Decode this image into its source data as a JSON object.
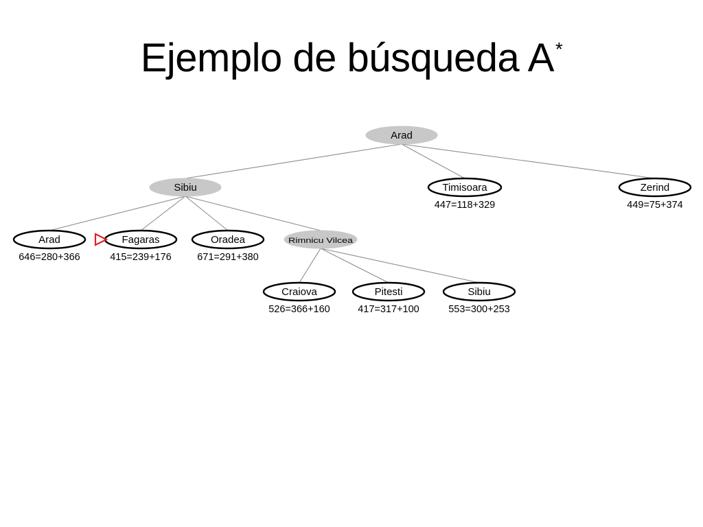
{
  "slide": {
    "title": "Ejemplo de búsqueda A",
    "title_superscript": "*"
  },
  "colors": {
    "expanded_fill": "#c8c8c8",
    "frontier_fill": "#ffffff",
    "edge": "#8c8c8c",
    "outline": "#000000",
    "marker": "#e02020"
  },
  "tree": {
    "nodes": [
      {
        "id": "arad_root",
        "label": "Arad",
        "expanded": true,
        "cost": ""
      },
      {
        "id": "sibiu",
        "label": "Sibiu",
        "expanded": true,
        "cost": ""
      },
      {
        "id": "timisoara",
        "label": "Timisoara",
        "expanded": false,
        "cost": "447=118+329"
      },
      {
        "id": "zerind",
        "label": "Zerind",
        "expanded": false,
        "cost": "449=75+374"
      },
      {
        "id": "arad_leaf",
        "label": "Arad",
        "expanded": false,
        "cost": "646=280+366"
      },
      {
        "id": "fagaras",
        "label": "Fagaras",
        "expanded": false,
        "cost": "415=239+176",
        "marked": true
      },
      {
        "id": "oradea",
        "label": "Oradea",
        "expanded": false,
        "cost": "671=291+380"
      },
      {
        "id": "rimnicu",
        "label": "Rimnicu Vilcea",
        "expanded": true,
        "cost": "",
        "small": true
      },
      {
        "id": "craiova",
        "label": "Craiova",
        "expanded": false,
        "cost": "526=366+160"
      },
      {
        "id": "pitesti",
        "label": "Pitesti",
        "expanded": false,
        "cost": "417=317+100"
      },
      {
        "id": "sibiu_leaf",
        "label": "Sibiu",
        "expanded": false,
        "cost": "553=300+253"
      }
    ],
    "edges": [
      [
        "arad_root",
        "sibiu"
      ],
      [
        "arad_root",
        "timisoara"
      ],
      [
        "arad_root",
        "zerind"
      ],
      [
        "sibiu",
        "arad_leaf"
      ],
      [
        "sibiu",
        "fagaras"
      ],
      [
        "sibiu",
        "oradea"
      ],
      [
        "sibiu",
        "rimnicu"
      ],
      [
        "rimnicu",
        "craiova"
      ],
      [
        "rimnicu",
        "pitesti"
      ],
      [
        "rimnicu",
        "sibiu_leaf"
      ]
    ]
  }
}
